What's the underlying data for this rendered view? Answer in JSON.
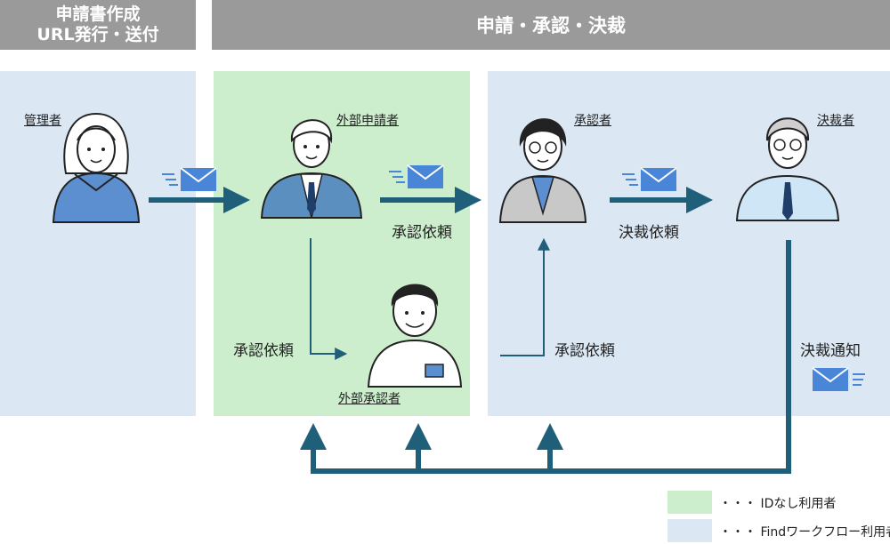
{
  "header": {
    "left_line1": "申請書作成",
    "left_line2": "URL発行・送付",
    "right": "申請・承認・決裁"
  },
  "roles": {
    "admin": "管理者",
    "external_applicant": "外部申請者",
    "approver": "承認者",
    "decider": "決裁者",
    "external_approver": "外部承認者"
  },
  "flow_labels": {
    "approval_request_1": "承認依頼",
    "decision_request": "決裁依頼",
    "approval_request_2": "承認依頼",
    "approval_request_3": "承認依頼",
    "decision_notice": "決裁通知"
  },
  "legend": [
    {
      "color": "#cdeecd",
      "text": "・・・ IDなし利用者"
    },
    {
      "color": "#dbe7f3",
      "text": "・・・ Findワークフロー利用者"
    }
  ],
  "colors": {
    "arrow": "#1f5f7a",
    "envelope": "#4a86d8"
  }
}
